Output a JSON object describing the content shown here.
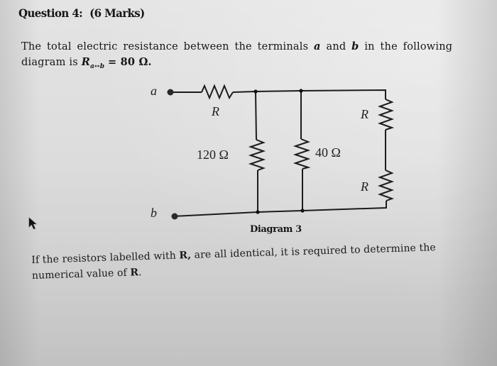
{
  "question": {
    "title": "Question 4:",
    "marks": "(6 Marks)"
  },
  "intro": {
    "line1_prefix": "The total electric resistance between the terminals",
    "terminal_a": "a",
    "and": "and",
    "terminal_b": "b",
    "line1_suffix": "in the following",
    "line2_prefix": "diagram is",
    "r_symbol": "R",
    "r_subscript": "a↔b",
    "equals_value": "= 80 Ω."
  },
  "diagram": {
    "caption": "Diagram 3",
    "terminal_a_label": "a",
    "terminal_b_label": "b",
    "resistor_series_label": "R",
    "resistor_120_label": "120 Ω",
    "resistor_40_label": "40 Ω",
    "resistor_right_top_label": "R",
    "resistor_right_bottom_label": "R"
  },
  "task": {
    "line1_prefix": "If the resistors labelled with",
    "r_bold": "R,",
    "line1_suffix": "are all identical, it is required to determine the",
    "line2_prefix": "numerical value of",
    "r_bold2": "R",
    "line2_suffix": "."
  }
}
